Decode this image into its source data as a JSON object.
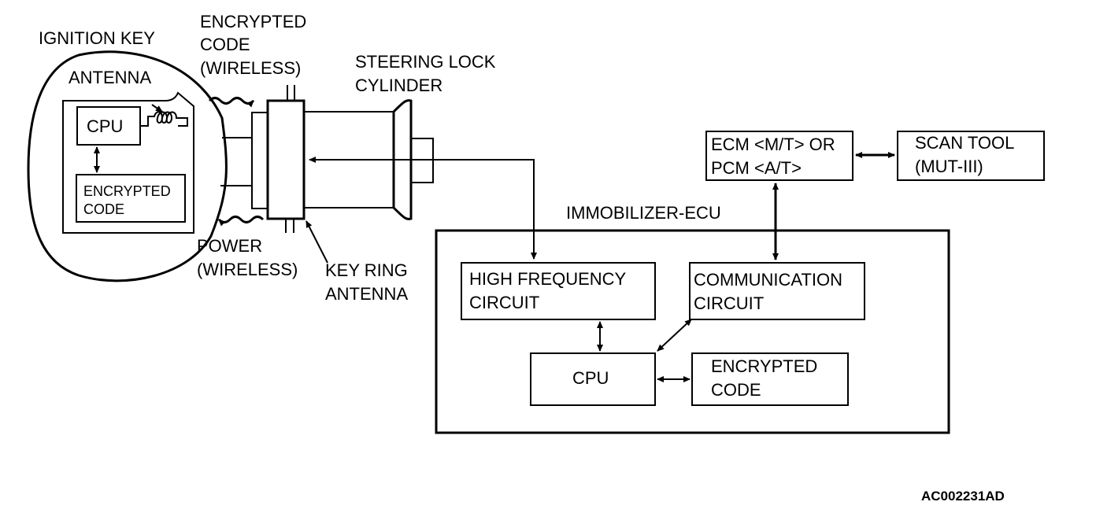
{
  "labels": {
    "ignition_key": "IGNITION KEY",
    "antenna": "ANTENNA",
    "key_cpu": "CPU",
    "key_encrypted_1": "ENCRYPTED",
    "key_encrypted_2": "CODE",
    "enc_wireless_1": "ENCRYPTED",
    "enc_wireless_2": "CODE",
    "enc_wireless_3": "(WIRELESS)",
    "power_1": "POWER",
    "power_2": "(WIRELESS)",
    "key_ring_1": "KEY RING",
    "key_ring_2": "ANTENNA",
    "steering_1": "STEERING LOCK",
    "steering_2": "CYLINDER",
    "ecm_1": "ECM <M/T> OR",
    "ecm_2": "PCM <A/T>",
    "scan_1": "SCAN TOOL",
    "scan_2": "(MUT-III)",
    "immo_title": "IMMOBILIZER-ECU",
    "hf_1": "HIGH FREQUENCY",
    "hf_2": "CIRCUIT",
    "comm_1": "COMMUNICATION",
    "comm_2": "CIRCUIT",
    "ecu_cpu": "CPU",
    "ecu_enc_1": "ENCRYPTED",
    "ecu_enc_2": "CODE",
    "figure_id": "AC002231AD"
  }
}
